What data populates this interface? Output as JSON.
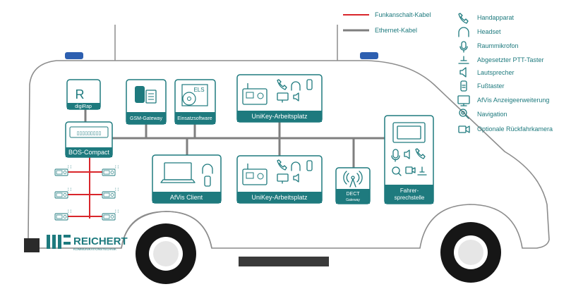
{
  "legend_cables": [
    {
      "label": "Funkanschalt-Kabel",
      "color": "#d9262b"
    },
    {
      "label": "Ethernet-Kabel",
      "color": "#7f7f7f"
    }
  ],
  "legend_icons": [
    {
      "label": "Handapparat",
      "icon": "phone-handset-icon"
    },
    {
      "label": "Headset",
      "icon": "headset-icon"
    },
    {
      "label": "Raummikrofon",
      "icon": "microphone-icon"
    },
    {
      "label": "Abgesetzter PTT-Taster",
      "icon": "ptt-button-icon"
    },
    {
      "label": "Lautsprecher",
      "icon": "speaker-icon"
    },
    {
      "label": "Fußtaster",
      "icon": "foot-switch-icon"
    },
    {
      "label": "AfVis Anzeigeerweiterung",
      "icon": "display-extension-icon"
    },
    {
      "label": "Navigation",
      "icon": "navigation-icon"
    },
    {
      "label": "Optionale Rückfahrkamera",
      "icon": "camera-icon"
    }
  ],
  "boxes": {
    "digirap": {
      "letter": "R",
      "label": "digiRap"
    },
    "gsm": {
      "label": "GSM-Gateway"
    },
    "els": {
      "badge": "ELS",
      "label": "Einsatzsoftware"
    },
    "unikey_top": {
      "label": "UniKey-Arbeitsplatz"
    },
    "bos": {
      "label": "BOS-Compact"
    },
    "afvis": {
      "label": "AfVis Client"
    },
    "unikey_bottom": {
      "label": "UniKey-Arbeitsplatz"
    },
    "dect": {
      "title": "DECT",
      "label": "Gateway"
    },
    "fahrer": {
      "line1": "Fahrer-",
      "line2": "sprechstelle"
    }
  },
  "brand": {
    "name": "REICHERT",
    "tagline": "KOMMUNIKATIONSTECHNIK"
  },
  "colors": {
    "teal": "#1e7a7e",
    "red_cable": "#d9262b",
    "grey_cable": "#7f7f7f",
    "beacon": "#2d5fb0"
  }
}
